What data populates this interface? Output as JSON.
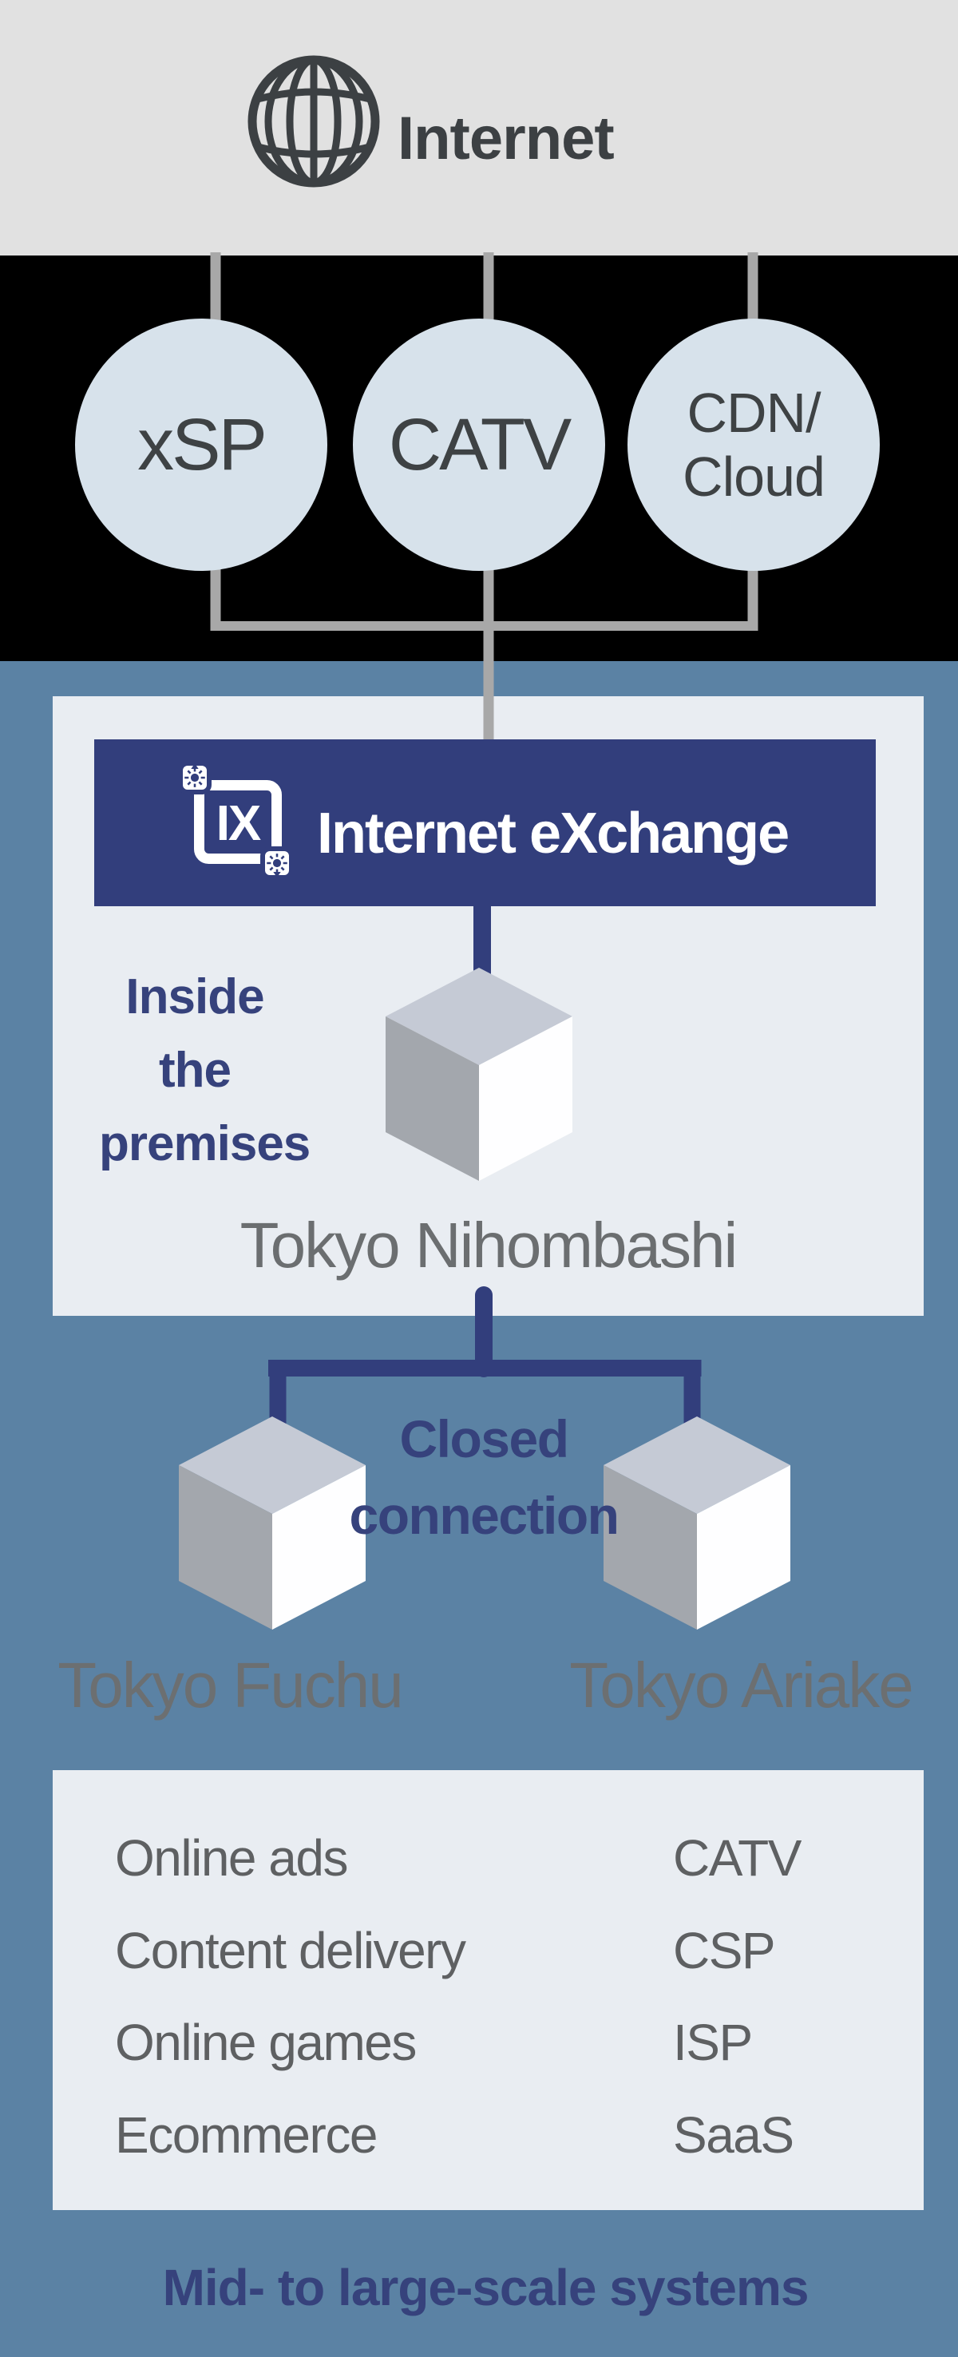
{
  "internet_zone": {
    "label": "Internet",
    "icon": "globe-icon"
  },
  "providers": {
    "circles": [
      {
        "label": "xSP"
      },
      {
        "label": "CATV"
      },
      {
        "label_line1": "CDN/",
        "label_line2": "Cloud"
      }
    ]
  },
  "exchange": {
    "title": "Internet eXchange",
    "logo_text": "IX",
    "logo_icon": "ix-logo-icon"
  },
  "premises": {
    "note": "Inside the premises",
    "site": "Tokyo Nihombashi"
  },
  "closed_connection": {
    "label": "Closed connection"
  },
  "remote_sites": [
    {
      "label": "Tokyo Fuchu"
    },
    {
      "label": "Tokyo Ariake"
    }
  ],
  "services": {
    "left": [
      "Online ads",
      "Content delivery",
      "Online games",
      "Ecommerce"
    ],
    "right": [
      "CATV",
      "CSP",
      "ISP",
      "SaaS"
    ]
  },
  "footer": {
    "label": "Mid- to large-scale systems"
  },
  "colors": {
    "header_bg": "#E1E1E1",
    "black_band": "#000000",
    "blue_bg": "#5B82A4",
    "panel_bg": "#E9EDF2",
    "navy": "#323E7C",
    "circle_bg": "#D7E2EB",
    "gray_line": "#A8A8A8",
    "dark_text": "#3C4043",
    "site_label_gray": "#6B6E70",
    "site_label_on_blue": "#6C6F71",
    "services_text": "#5E6062",
    "cube_top": "#C5CAD5",
    "cube_left": "#A3A7AD",
    "cube_right": "#FEFEFF",
    "banner_text": "#FFFFFF"
  }
}
